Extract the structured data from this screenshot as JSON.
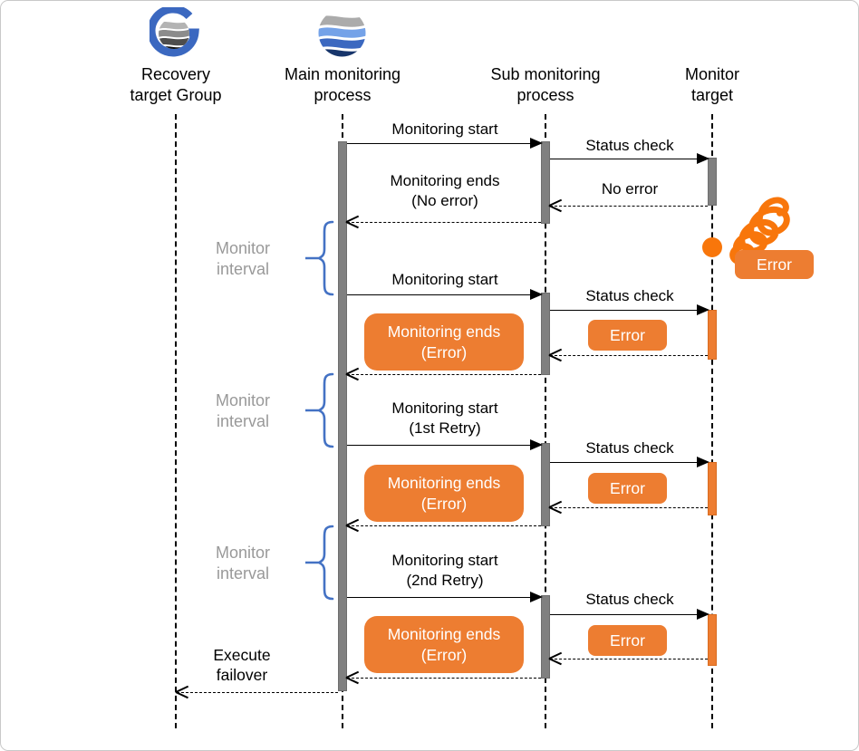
{
  "lifelines": [
    {
      "id": "recovery",
      "label_line1": "Recovery",
      "label_line2": "target Group",
      "icon": "group-logo-icon"
    },
    {
      "id": "main",
      "label_line1": "Main monitoring",
      "label_line2": "process",
      "icon": "waves-logo-icon"
    },
    {
      "id": "sub",
      "label_line1": "Sub monitoring",
      "label_line2": "process",
      "icon": null
    },
    {
      "id": "target",
      "label_line1": "Monitor",
      "label_line2": "target",
      "icon": null
    }
  ],
  "exchanges": [
    {
      "start_line1": "Monitoring start",
      "start_line2": "",
      "status": "Status check",
      "result": "No error",
      "ends_line1": "Monitoring ends",
      "ends_line2": "(No error)",
      "error": false
    },
    {
      "start_line1": "Monitoring start",
      "start_line2": "",
      "status": "Status check",
      "result": "Error",
      "ends_line1": "Monitoring ends",
      "ends_line2": "(Error)",
      "error": true
    },
    {
      "start_line1": "Monitoring start",
      "start_line2": "(1st Retry)",
      "status": "Status check",
      "result": "Error",
      "ends_line1": "Monitoring ends",
      "ends_line2": "(Error)",
      "error": true
    },
    {
      "start_line1": "Monitoring start",
      "start_line2": "(2nd Retry)",
      "status": "Status check",
      "result": "Error",
      "ends_line1": "Monitoring ends",
      "ends_line2": "(Error)",
      "error": true
    }
  ],
  "intervals": [
    {
      "line1": "Monitor",
      "line2": "interval"
    },
    {
      "line1": "Monitor",
      "line2": "interval"
    },
    {
      "line1": "Monitor",
      "line2": "interval"
    }
  ],
  "error_event": {
    "label": "Error"
  },
  "failover": {
    "line1": "Execute",
    "line2": "failover"
  },
  "colors": {
    "accent_orange": "#ED7D31",
    "spring_orange": "#F8760B",
    "brace_blue": "#4472C4",
    "activation_gray": "#808080",
    "interval_text_gray": "#999999",
    "logo_blue": "#3B68C0",
    "logo_light_blue": "#74A2E8",
    "logo_dark_blue": "#17356B"
  }
}
